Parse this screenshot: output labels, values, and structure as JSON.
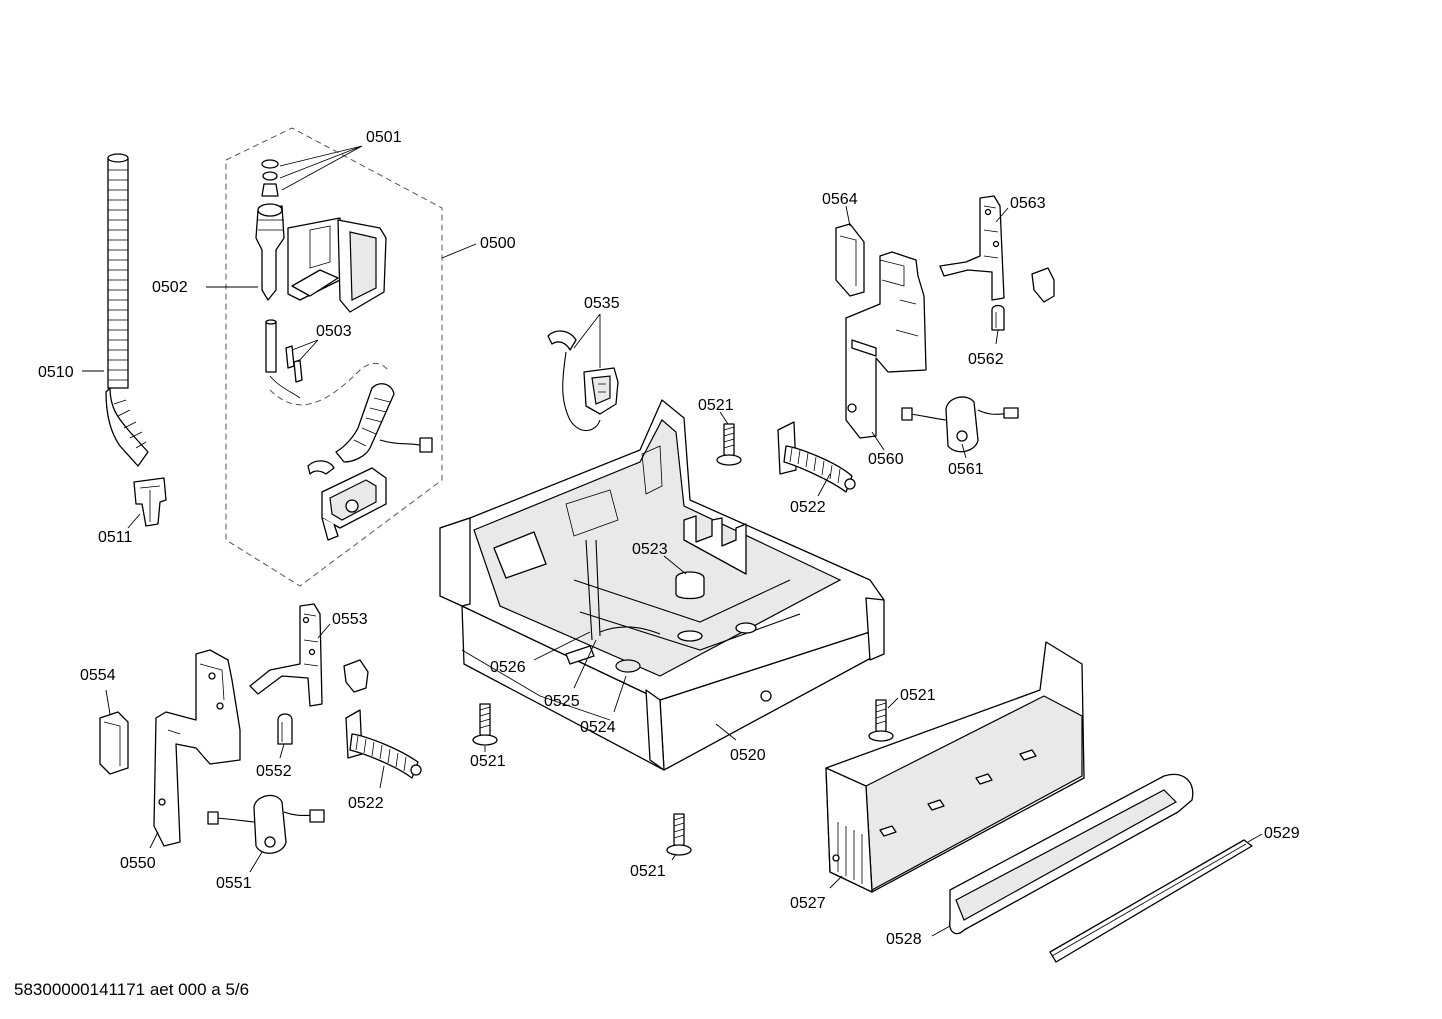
{
  "diagram": {
    "labels": {
      "l0500": "0500",
      "l0501": "0501",
      "l0502": "0502",
      "l0503": "0503",
      "l0510": "0510",
      "l0511": "0511",
      "l0535": "0535",
      "l0564": "0564",
      "l0563": "0563",
      "l0562": "0562",
      "l0560": "0560",
      "l0561": "0561",
      "l0521a": "0521",
      "l0522a": "0522",
      "l0523": "0523",
      "l0553": "0553",
      "l0554": "0554",
      "l0526": "0526",
      "l0525": "0525",
      "l0524": "0524",
      "l0521b": "0521",
      "l0520": "0520",
      "l0521c": "0521",
      "l0552": "0552",
      "l0522b": "0522",
      "l0550": "0550",
      "l0551": "0551",
      "l0521d": "0521",
      "l0527": "0527",
      "l0528": "0528",
      "l0529": "0529"
    }
  },
  "footer": {
    "text": "58300000141171 aet 000 a 5/6"
  }
}
